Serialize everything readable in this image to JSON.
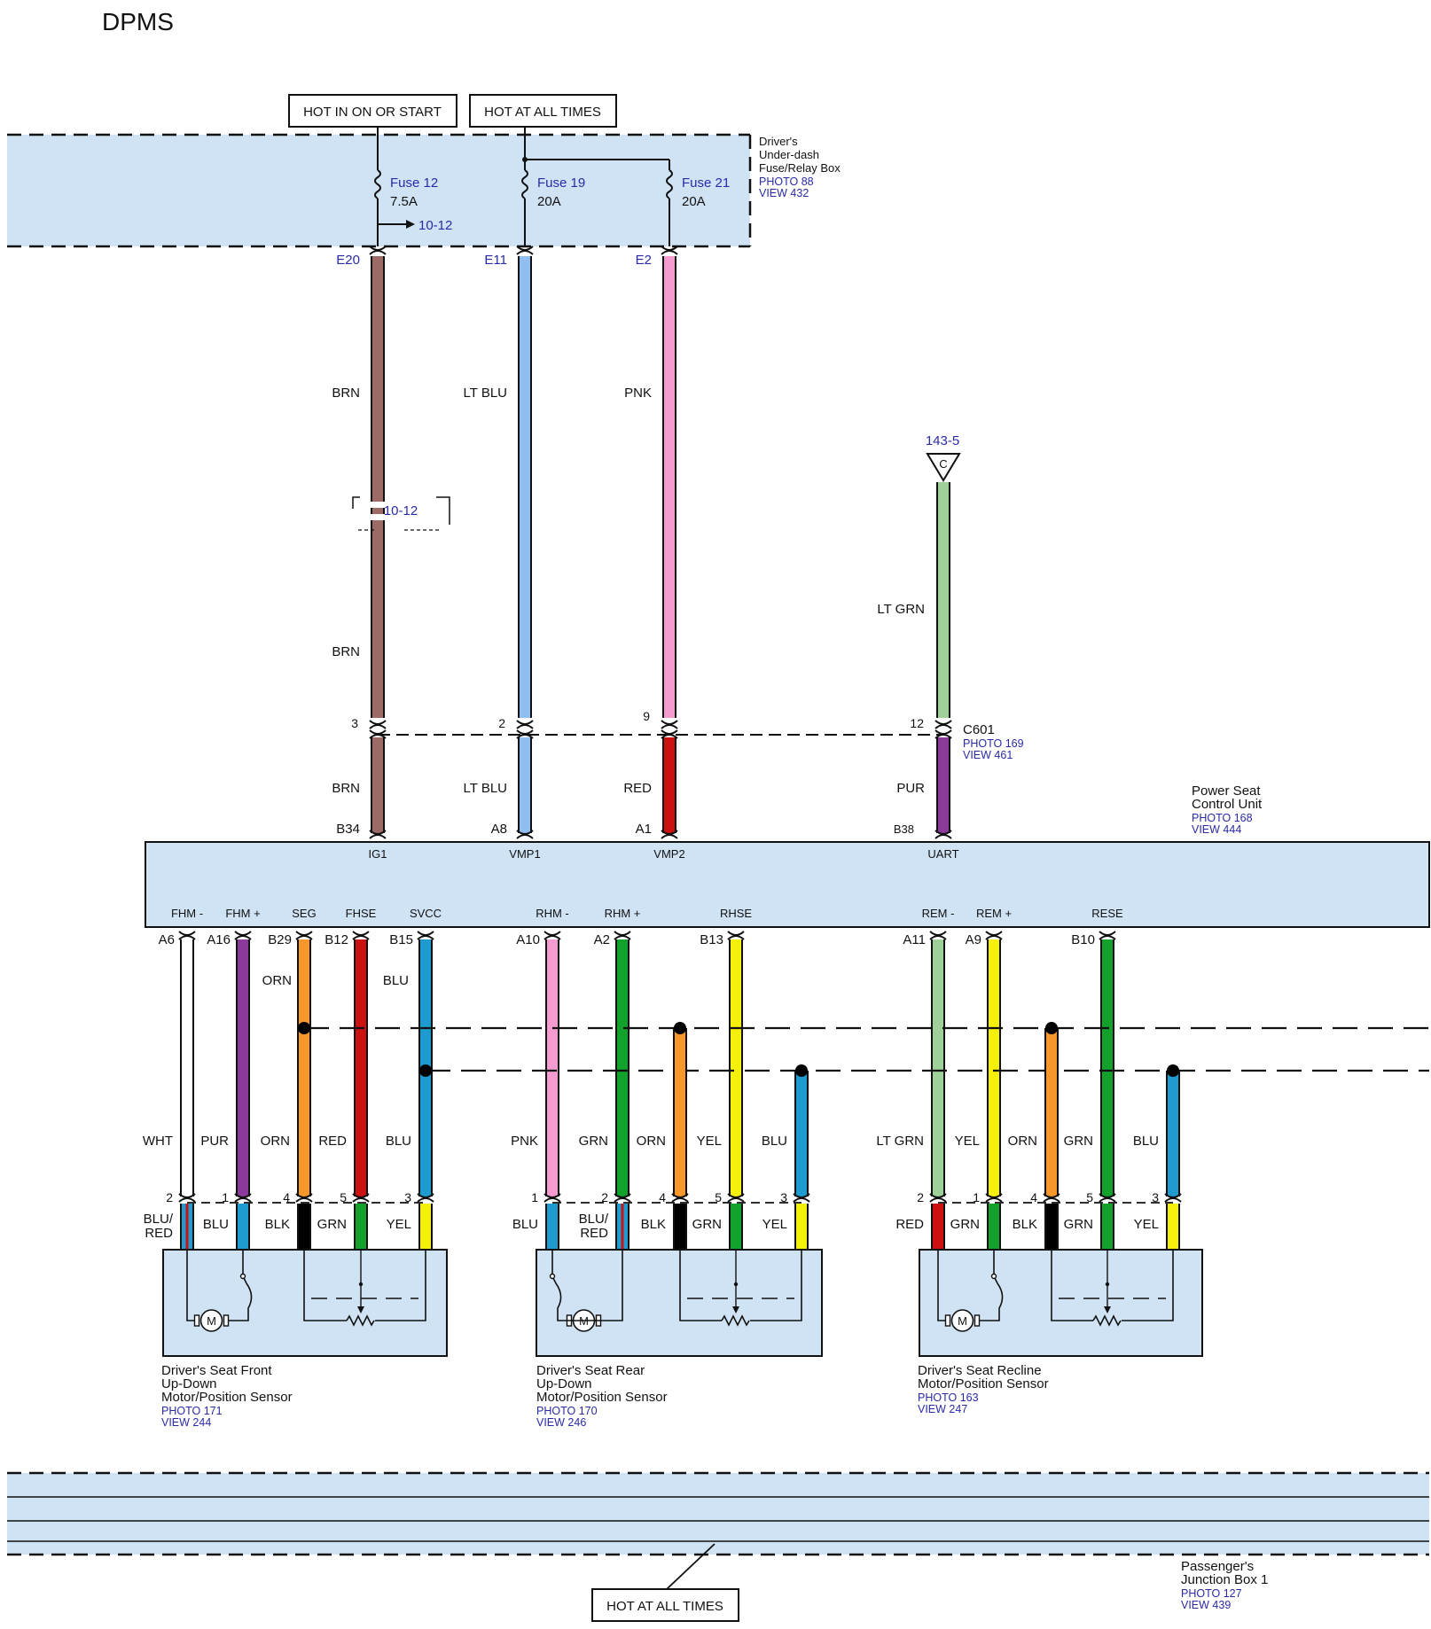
{
  "title": "DPMS",
  "hot_labels": {
    "on_start": "HOT IN ON OR START",
    "all_times": "HOT AT ALL TIMES",
    "all_times_bottom": "HOT AT ALL TIMES"
  },
  "fuse_box": {
    "name_lines": [
      "Driver's",
      "Under-dash",
      "Fuse/Relay Box"
    ],
    "photo": "PHOTO 88",
    "view": "VIEW 432",
    "fuses": [
      {
        "name": "Fuse 12",
        "rating": "7.5A"
      },
      {
        "name": "Fuse 19",
        "rating": "20A"
      },
      {
        "name": "Fuse 21",
        "rating": "20A"
      }
    ],
    "branch_ref": "10-12",
    "terminals": [
      "E20",
      "E11",
      "E2"
    ]
  },
  "upper_wires": [
    {
      "color": "BRN",
      "hex": "#9c6b66"
    },
    {
      "color": "LT BLU",
      "hex": "#8fbff0"
    },
    {
      "color": "PNK",
      "hex": "#f59bcf"
    },
    {
      "color": "LT GRN",
      "hex": "#9fd09a"
    }
  ],
  "splice_ref": "10-12",
  "lower_brn_label": "BRN",
  "ground_ref": "143-5",
  "ground_letter": "C",
  "c601": {
    "name": "C601",
    "photo": "PHOTO 169",
    "view": "VIEW 461",
    "pins": [
      "3",
      "2",
      "9",
      "12"
    ],
    "wires": [
      {
        "color": "BRN",
        "hex": "#9c6b66"
      },
      {
        "color": "LT BLU",
        "hex": "#8fbff0"
      },
      {
        "color": "RED",
        "hex": "#cc1111"
      },
      {
        "color": "PUR",
        "hex": "#8b3a9c"
      }
    ]
  },
  "pscu": {
    "name_lines": [
      "Power Seat",
      "Control Unit"
    ],
    "photo": "PHOTO 168",
    "view": "VIEW 444",
    "top_terminals": [
      "B34",
      "A8",
      "A1",
      "B38"
    ],
    "top_signals": [
      "IG1",
      "VMP1",
      "VMP2",
      "UART"
    ],
    "bottom_signals": [
      "FHM -",
      "FHM +",
      "SEG",
      "FHSE",
      "SVCC",
      "RHM -",
      "RHM +",
      "RHSE",
      "REM -",
      "REM +",
      "RESE"
    ],
    "bottom_terminals": [
      "A6",
      "A16",
      "B29",
      "B12",
      "B15",
      "A10",
      "A2",
      "B13",
      "A11",
      "A9",
      "B10"
    ]
  },
  "wire_colors": {
    "WHT": "#ffffff",
    "PUR": "#8b3a9c",
    "ORN": "#f7962b",
    "RED": "#cc1111",
    "BLU": "#1f9bd0",
    "PNK": "#f59bcf",
    "GRN": "#12a12a",
    "YEL": "#f5f00a",
    "LT GRN": "#9fd09a",
    "BLK": "#000000",
    "BLU/RED": "#1f9bd0"
  },
  "shared_top_labels": {
    "orn": "ORN",
    "blu": "BLU"
  },
  "motors": [
    {
      "name_lines": [
        "Driver's Seat Front",
        "Up-Down",
        "Motor/Position Sensor"
      ],
      "photo": "PHOTO 171",
      "view": "VIEW 244",
      "wire_labels": [
        "WHT",
        "PUR",
        "ORN",
        "RED",
        "BLU"
      ],
      "pins": [
        "2",
        "1",
        "4",
        "5",
        "3"
      ],
      "lead_labels": [
        "BLU/RED",
        "BLU",
        "BLK",
        "GRN",
        "YEL"
      ]
    },
    {
      "name_lines": [
        "Driver's Seat Rear",
        "Up-Down",
        "Motor/Position Sensor"
      ],
      "photo": "PHOTO 170",
      "view": "VIEW 246",
      "wire_labels": [
        "PNK",
        "GRN",
        "ORN",
        "YEL",
        "BLU"
      ],
      "pins": [
        "1",
        "2",
        "4",
        "5",
        "3"
      ],
      "lead_labels": [
        "BLU",
        "BLU/RED",
        "BLK",
        "GRN",
        "YEL"
      ]
    },
    {
      "name_lines": [
        "Driver's Seat Recline",
        "Motor/Position Sensor"
      ],
      "photo": "PHOTO 163",
      "view": "VIEW 247",
      "wire_labels": [
        "LT GRN",
        "YEL",
        "ORN",
        "GRN",
        "BLU"
      ],
      "pins": [
        "2",
        "1",
        "4",
        "5",
        "3"
      ],
      "lead_labels": [
        "RED",
        "GRN",
        "BLK",
        "GRN",
        "YEL"
      ]
    }
  ],
  "motor_letter": "M",
  "junction_box": {
    "name_lines": [
      "Passenger's",
      "Junction Box 1"
    ],
    "photo": "PHOTO 127",
    "view": "VIEW 439"
  }
}
